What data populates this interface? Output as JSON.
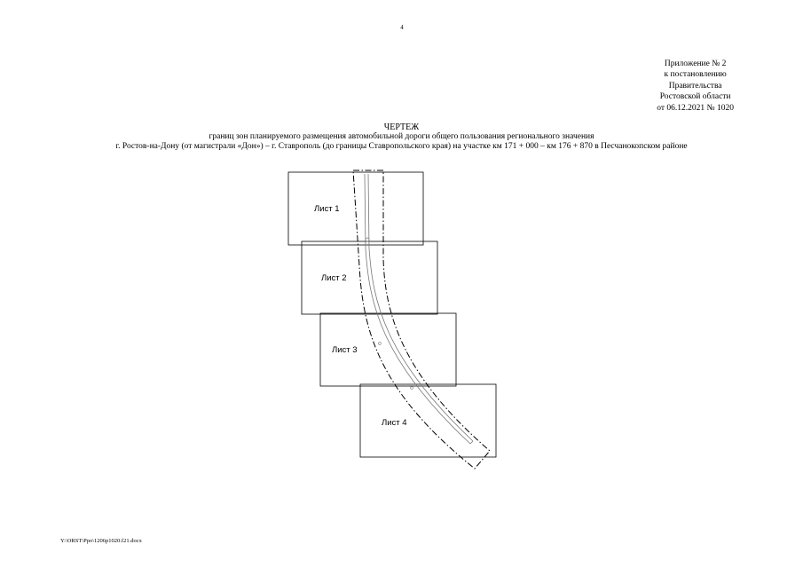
{
  "page_number": "4",
  "appendix": {
    "lines": [
      "Приложение № 2",
      "к постановлению",
      "Правительства",
      "Ростовской области",
      "от 06.12.2021 № 1020"
    ]
  },
  "heading": {
    "title": "ЧЕРТЕЖ",
    "line1": "границ зон планируемого размещения автомобильной дороги общего пользования регионального значения",
    "line2": "г. Ростов-на-Дону (от магистрали «Дон») – г. Ставрополь (до границы Ставропольского края) на участке км 171 + 000 – км 176 + 870 в Песчанокопском районе"
  },
  "drawing": {
    "sheets": [
      {
        "label": "Лист 1"
      },
      {
        "label": "Лист 2"
      },
      {
        "label": "Лист 3"
      },
      {
        "label": "Лист 4"
      }
    ]
  },
  "footer": {
    "path": "Y:\\ORST\\Ppo\\1206p1020.f21.docx"
  }
}
